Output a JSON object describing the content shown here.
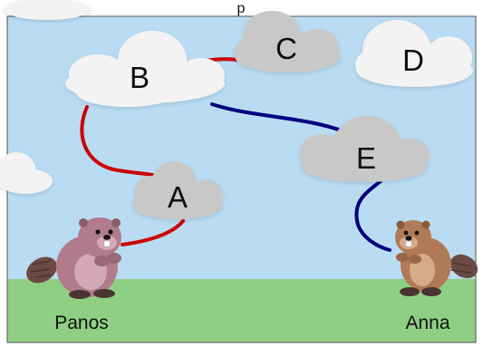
{
  "header_fragment": "p",
  "clouds": {
    "a": {
      "label": "A",
      "color": "#c8c8c8"
    },
    "b": {
      "label": "B",
      "color": "#f3f3f3"
    },
    "c": {
      "label": "C",
      "color": "#c8c8c8"
    },
    "d": {
      "label": "D",
      "color": "#f3f3f3"
    },
    "e": {
      "label": "E",
      "color": "#c8c8c8"
    }
  },
  "people": {
    "left": {
      "name": "Panos",
      "fur_color": "#b07c8c"
    },
    "right": {
      "name": "Anna",
      "fur_color": "#b07a58"
    }
  },
  "connections": [
    {
      "from": "Panos",
      "to": "A",
      "color": "#cc0000"
    },
    {
      "from": "A",
      "to": "B",
      "color": "#cc0000"
    },
    {
      "from": "B",
      "to": "C",
      "color": "#cc0000"
    },
    {
      "from": "B",
      "to": "E",
      "color": "#000080"
    },
    {
      "from": "E",
      "to": "Anna",
      "color": "#000080"
    }
  ],
  "colors": {
    "sky": "#b9dcf3",
    "grass": "#8fcf84",
    "red_line": "#cc0000",
    "blue_line": "#000080"
  }
}
